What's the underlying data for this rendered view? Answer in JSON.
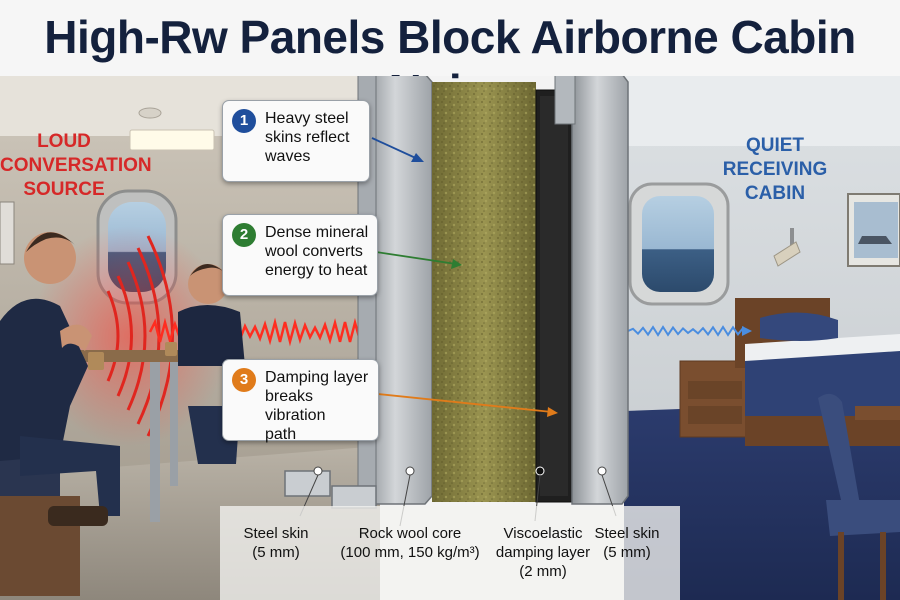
{
  "title": "High-Rw Panels Block Airborne Cabin Noise",
  "source_label": [
    "LOUD",
    "CONVERSATION",
    "SOURCE"
  ],
  "receiver_label": [
    "QUIET",
    "RECEIVING",
    "CABIN"
  ],
  "callouts": [
    {
      "number": "1",
      "lines": [
        "Heavy steel",
        "skins reflect",
        "waves"
      ],
      "color": "#1f4e9c"
    },
    {
      "number": "2",
      "lines": [
        "Dense mineral",
        "wool converts",
        "energy to heat"
      ],
      "color": "#2e7d32"
    },
    {
      "number": "3",
      "lines": [
        "Damping layer",
        "breaks vibration",
        "path"
      ],
      "color": "#e07b1a"
    }
  ],
  "layers": [
    {
      "lines": [
        "Steel skin",
        "(5 mm)"
      ]
    },
    {
      "lines": [
        "Rock wool core",
        "(100 mm, 150 kg/m³)"
      ]
    },
    {
      "lines": [
        "Viscoelastic",
        "damping layer",
        "(2 mm)"
      ]
    },
    {
      "lines": [
        "Steel skin",
        "(5 mm)"
      ]
    }
  ],
  "colors": {
    "title": "#14213d",
    "loud": "#d62828",
    "quiet": "#2b5fa8",
    "steel": "#b9bdc2",
    "rock_wool": "#8a8442",
    "damping": "#1c1c1c"
  },
  "icons": [
    "sound-wave-icon",
    "person-icon",
    "porthole-icon",
    "bed-icon",
    "chair-icon",
    "lamp-icon",
    "picture-icon"
  ]
}
